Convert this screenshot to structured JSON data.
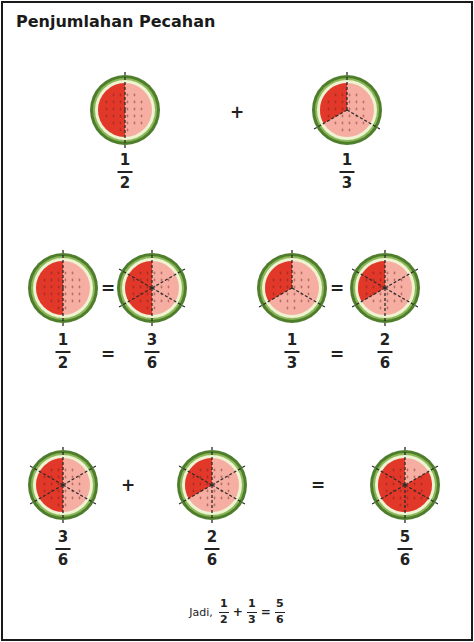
{
  "diagram": {
    "title": "Penjumlahan Pecahan",
    "labels": [
      "+",
      "1",
      "2",
      "1",
      "3",
      "=",
      "=",
      "1",
      "2",
      "=",
      "3",
      "6",
      "1",
      "3",
      "=",
      "2",
      "6",
      "+",
      "=",
      "3",
      "6",
      "2",
      "6",
      "5",
      "6",
      "Jadi,",
      "1",
      "2",
      "+",
      "1",
      "3",
      "=",
      "5",
      "6"
    ]
  }
}
